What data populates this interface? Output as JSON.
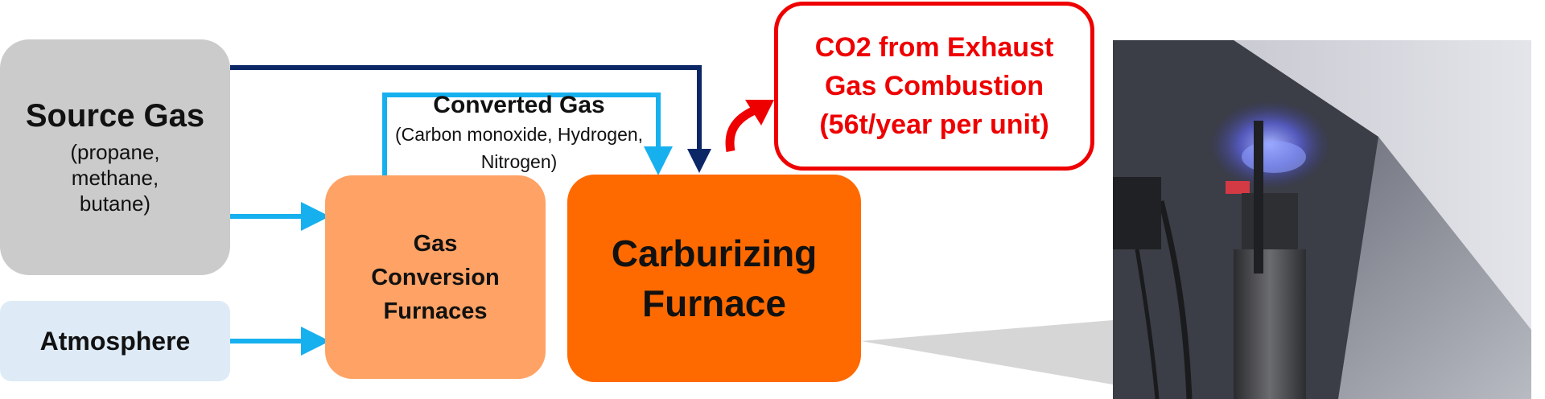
{
  "source_gas": {
    "title": "Source Gas",
    "subtitle": "(propane,\nmethane,\nbutane)"
  },
  "atmosphere": {
    "label": "Atmosphere"
  },
  "gas_conversion": {
    "label": "Gas\nConversion\nFurnaces"
  },
  "carburizing": {
    "label": "Carburizing\nFurnace"
  },
  "converted_gas": {
    "title": "Converted Gas",
    "subtitle": "(Carbon monoxide, Hydrogen,\nNitrogen)"
  },
  "co2": {
    "label": "CO2 from Exhaust\nGas Combustion\n(56t/year per unit)"
  },
  "colors": {
    "light_blue_arrow": "#17b0ef",
    "dark_blue_arrow": "#0b2766",
    "red": "#ef0000",
    "orange": "#ff6a00",
    "light_orange": "#ffa265",
    "gray": "#cbcbcb",
    "pale_blue": "#deebf7"
  },
  "photo": {
    "description_icon": "burner-flame-photo"
  }
}
